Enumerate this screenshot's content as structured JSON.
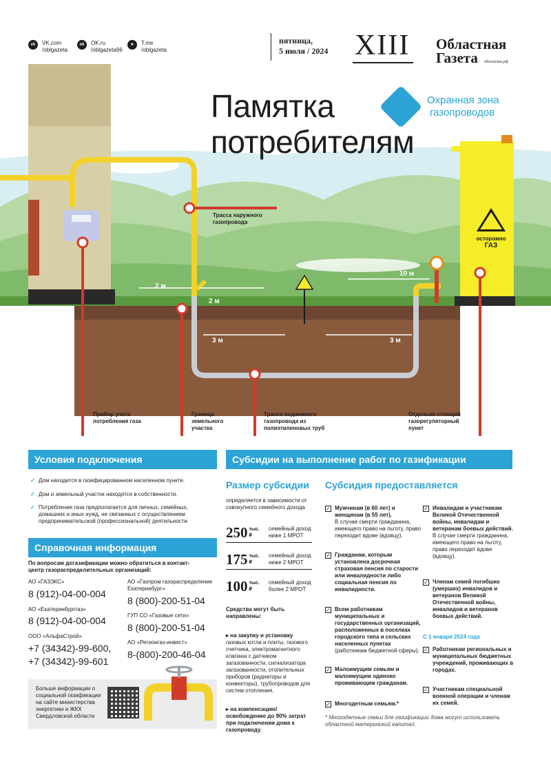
{
  "header": {
    "socials": [
      {
        "icon": "vk-icon",
        "glyph": "vk",
        "name": "VK.com",
        "handle": "/oblgazeta"
      },
      {
        "icon": "ok-icon",
        "glyph": "ok",
        "name": "OK.ru",
        "handle": "/oblgazeta96"
      },
      {
        "icon": "telegram-icon",
        "glyph": "➤",
        "name": "T.me",
        "handle": "/oblgazeta"
      }
    ],
    "day": "пятница,",
    "date": "5 июля / 2024",
    "page_number": "XIII",
    "brand_line1": "Областная",
    "brand_line2": "Газета",
    "brand_site": "облгазета.рф"
  },
  "hero": {
    "title_line1": "Памятка",
    "title_line2": "потребителям",
    "zone_line1": "Охранная зона",
    "zone_line2": "газопроводов",
    "warning_line1": "осторожно",
    "warning_line2": "ГАЗ",
    "distances": {
      "left_2m": "2 м",
      "left_2m_b": "2 м",
      "right_10m": "10 м",
      "left_3m": "3 м",
      "right_3m": "3 м"
    },
    "callouts": {
      "outer_pipe": "Трасса наружного газопровода",
      "meter": "Прибор учета потребления газа",
      "border": "Граница земельного участка",
      "underground": "Трасса подземного газопровода из полиэтиленовых труб",
      "regulator": "Отдельно стоящий газорегуляторный пункт"
    }
  },
  "conditions": {
    "heading": "Условия подключения",
    "items": [
      "Дом находится в газифицированном населенном пункте.",
      "Дом и земельный участок находятся в собственности.",
      "Потребление газа предполагается для личных, семейных, домашних и иных нужд, не связанных с осуществлением предпринимательской (профессиональной) деятельности."
    ]
  },
  "reference": {
    "heading": "Справочная информация",
    "intro": "По вопросам догазификации можно обратиться в контакт-центр газораспределительных организаций:",
    "contacts_left": [
      {
        "org": "АО «ГАЗЭКС»",
        "phone": "8 (912)-04-00-004"
      },
      {
        "org": "АО «Екатеринбурггаз»",
        "phone": "8 (912)-04-00-004"
      },
      {
        "org": "ООО «АльфаСтрой»",
        "phone": "+7 (34342)-99-600,",
        "phone2": "+7 (34342)-99-601"
      }
    ],
    "contacts_right": [
      {
        "org": "АО «Газпром газораспределение Екатеринбург»",
        "phone": "8 (800)-200-51-04"
      },
      {
        "org": "ГУП СО «Газовые сети»",
        "phone": "8 (800)-200-51-04"
      },
      {
        "org": "АО «Регионгаз-инвест»",
        "phone": "8-(800)-200-46-04"
      }
    ],
    "more_info": "Больше информации о социальной газификации на сайте министерства энергетики и ЖКХ Свердловской области"
  },
  "subsidies": {
    "heading": "Субсидии на выполнение работ по газификации",
    "size_heading": "Размер субсидии",
    "size_intro": "определяется в зависимости от совокупного семейного дохода",
    "amounts": [
      {
        "value": "250",
        "unit": "тыс.",
        "currency": "₽",
        "note": "семейный доход ниже 1 МРОТ"
      },
      {
        "value": "175",
        "unit": "тыс.",
        "currency": "₽",
        "note": "семейный доход ниже 2 МРОТ"
      },
      {
        "value": "100",
        "unit": "тыс.",
        "currency": "₽",
        "note": "семейный доход более 2 МРОТ"
      }
    ],
    "purpose_heading": "Средства могут быть направлены:",
    "purpose_1_lead": "на закупку и установку",
    "purpose_1": "газовых котла и плиты, газового счетчика, электромагнитного клапана с датчиком загазованности, сигнализатора загазованности, отопительных приборов (радиаторы и конвекторы), трубопроводов для систем отопления.",
    "purpose_2": "на компенсацию/освобождение до 90% затрат при подключении дома к газопроводу.",
    "provided_heading": "Субсидия предоставляется",
    "col1": [
      {
        "bold": "Мужчинам (в 60 лет) и женщинам (в 55 лет).",
        "text": "В случае смерти гражданина, имеющего право на льготу, право переходит вдове (вдовцу)."
      },
      {
        "bold": "Гражданам, которым установлена досрочная страховая пенсия по старости или инвалидности либо социальная пенсия по инвалидности.",
        "text": ""
      },
      {
        "bold": "Всем работникам муниципальных и государственных организаций, расположенных в поселках городского типа и сельских населенных пунктах",
        "text": "(работникам бюджетной сферы)."
      },
      {
        "bold": "Малоимущим семьям и малоимущим одиноко проживающим гражданам.",
        "text": ""
      },
      {
        "bold": "Многодетным семьям.*",
        "text": ""
      }
    ],
    "col2": [
      {
        "bold": "Инвалидам и участникам Великой Отечественной войны, инвалидам и ветеранам боевых действий.",
        "text": "В случае смерти гражданина, имеющего право на льготу, право переходит вдове (вдовцу)."
      },
      {
        "bold": "Членам семей погибших (умерших) инвалидов и ветеранов Великой Отечественной войны, инвалидов и ветеранов боевых действий.",
        "text": ""
      },
      {
        "bold": "Работникам региональных и муниципальных бюджетных учреждений, проживающих в городах.",
        "text": ""
      },
      {
        "bold": "Участникам специальной военной операции и членам их семей.",
        "text": ""
      }
    ],
    "since_label": "С 1 января 2024 года",
    "footnote": "* Многодетные семьи для газификации дома могут использовать областной материнский капитал."
  }
}
